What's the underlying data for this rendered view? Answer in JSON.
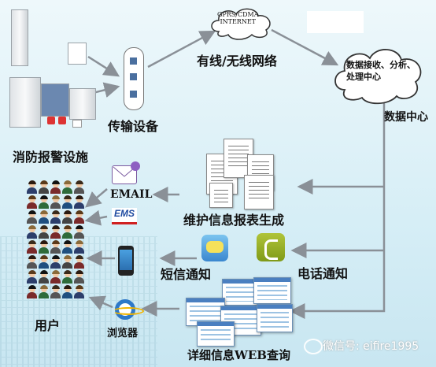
{
  "nodes": {
    "internet": "GPRS/CDMA\nINTERNET",
    "network": "有线/无线网络",
    "data_process": "数据接收、分析、\n处理中心",
    "data_center": "数据中心",
    "transmission": "传输设备",
    "fire_alarm": "消防报警设施",
    "report": "维护信息报表生成",
    "email": "EMAIL",
    "ems": "EMS",
    "sms": "短信通知",
    "phone": "电话通知",
    "users": "用户",
    "browser": "浏览器",
    "web_query": "详细信息WEB查询"
  },
  "watermark": "微信号: eifire1995",
  "colors": {
    "arrow": "#8a9097",
    "accent": "#4a7fc0"
  }
}
